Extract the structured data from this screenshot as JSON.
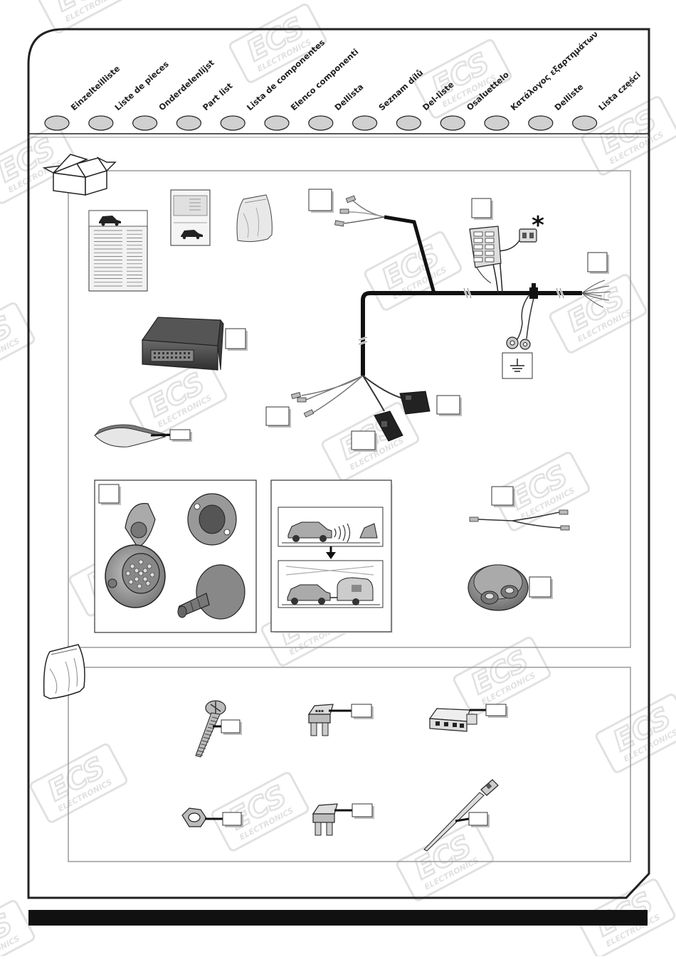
{
  "languages": [
    "Einzelteilliste",
    "Liste de pieces",
    "Onderdelenlijst",
    "Part list",
    "Lista de componentes",
    "Elenco componenti",
    "Dellista",
    "Seznam dílů",
    "Del-liste",
    "Osaluettelo",
    "Κατάλογος εξαρτημάτων",
    "Delliste",
    "Lista części"
  ],
  "watermark": {
    "logo": "ECS",
    "sub": "ELECTRONICS"
  },
  "symbols": {
    "asterisk": "*",
    "ground": "⏚"
  },
  "colors": {
    "frame": "#222222",
    "panel_border": "#9a9a9a",
    "circle_fill": "#d0d0d0",
    "bottom_bar": "#111111",
    "watermark": "#c9c9c9"
  }
}
